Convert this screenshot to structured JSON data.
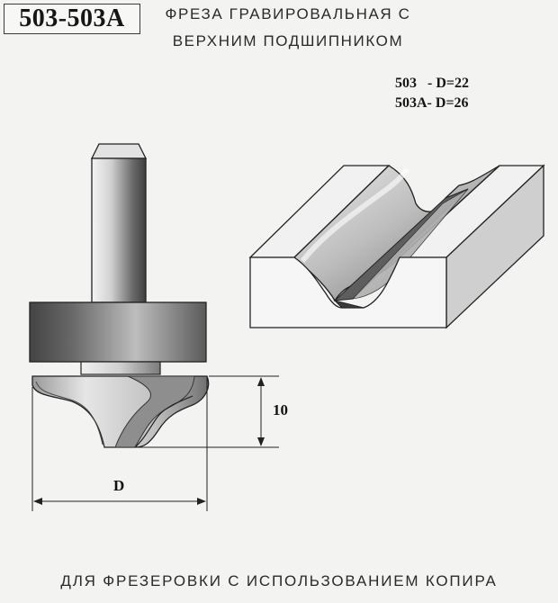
{
  "header": {
    "model_code": "503-503А",
    "title_line1": "ФРЕЗА ГРАВИРОВАЛЬНАЯ С",
    "title_line2": "ВЕРХНИМ ПОДШИПНИКОМ"
  },
  "specs": [
    {
      "text": "503   - D=22"
    },
    {
      "text": "503А- D=26"
    }
  ],
  "drawing": {
    "height_label": "10",
    "diameter_label": "D"
  },
  "footer": {
    "caption": "ДЛЯ ФРЕЗЕРОВКИ С ИСПОЛЬЗОВАНИЕМ КОПИРА"
  }
}
